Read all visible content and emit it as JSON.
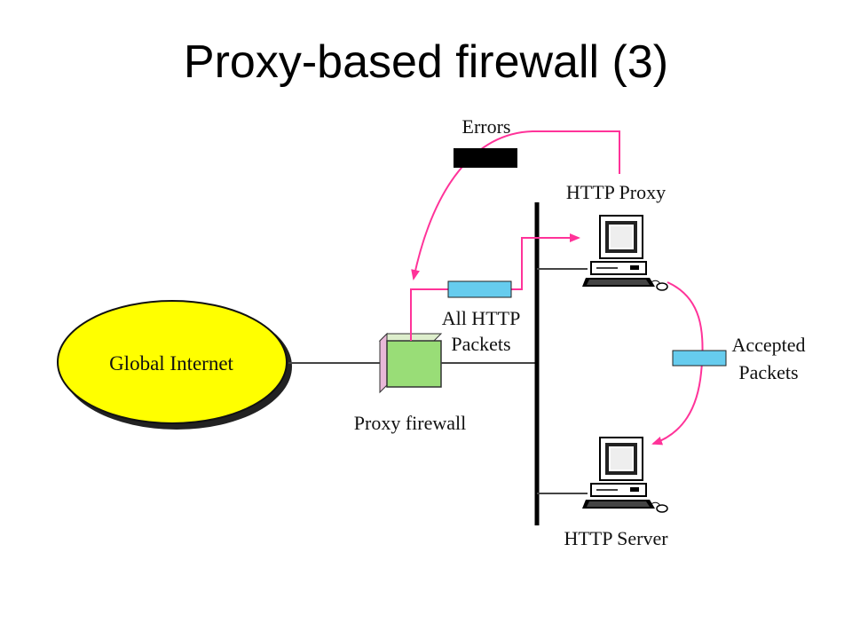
{
  "title": "Proxy-based firewall (3)",
  "labels": {
    "internet": "Global Internet",
    "firewall": "Proxy firewall",
    "proxy": "HTTP Proxy",
    "server": "HTTP Server",
    "errors": "Errors",
    "all_http_1": "All HTTP",
    "all_http_2": "Packets",
    "accepted_1": "Accepted",
    "accepted_2": "Packets"
  },
  "colors": {
    "internet_fill": "#ffff00",
    "flow_arrow": "#ff3399",
    "packet": "#66ccee",
    "firewall_box": "#99dd77",
    "firewall_side": "#e8b8d8",
    "error_block": "#000000"
  },
  "icons": {
    "proxy": "desktop-computer-icon",
    "server": "desktop-computer-icon"
  }
}
